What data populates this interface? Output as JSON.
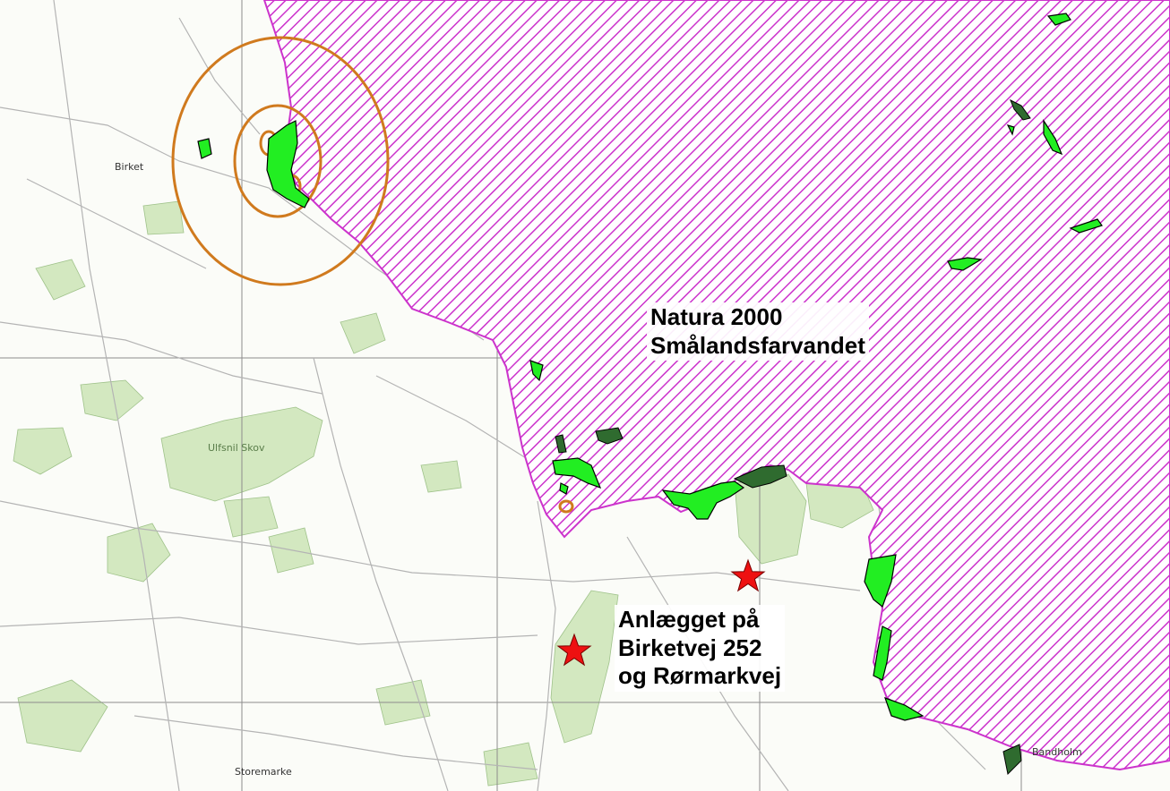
{
  "map": {
    "labels": {
      "natura_line1": "Natura 2000",
      "natura_line2": "Smålandsfarvandet",
      "site_line1": "Anlægget på",
      "site_line2": "Birketvej 252",
      "site_line3": "og Rørmarkvej"
    },
    "place_names": {
      "birket": "Birket",
      "ulvsund_skov": "Ulfsnil Skov",
      "store_marke": "Storemarke",
      "bandholm": "Bandholm"
    },
    "colors": {
      "natura_hatch": "#cc33cc",
      "habitat_green": "#22ee22",
      "forest_green": "#cfe7bd",
      "buffer_orange": "#d07a1e",
      "marker_red": "#ee1111",
      "dark_green": "#2f6b2f"
    },
    "icons": {
      "site_marker": "star-icon"
    }
  }
}
